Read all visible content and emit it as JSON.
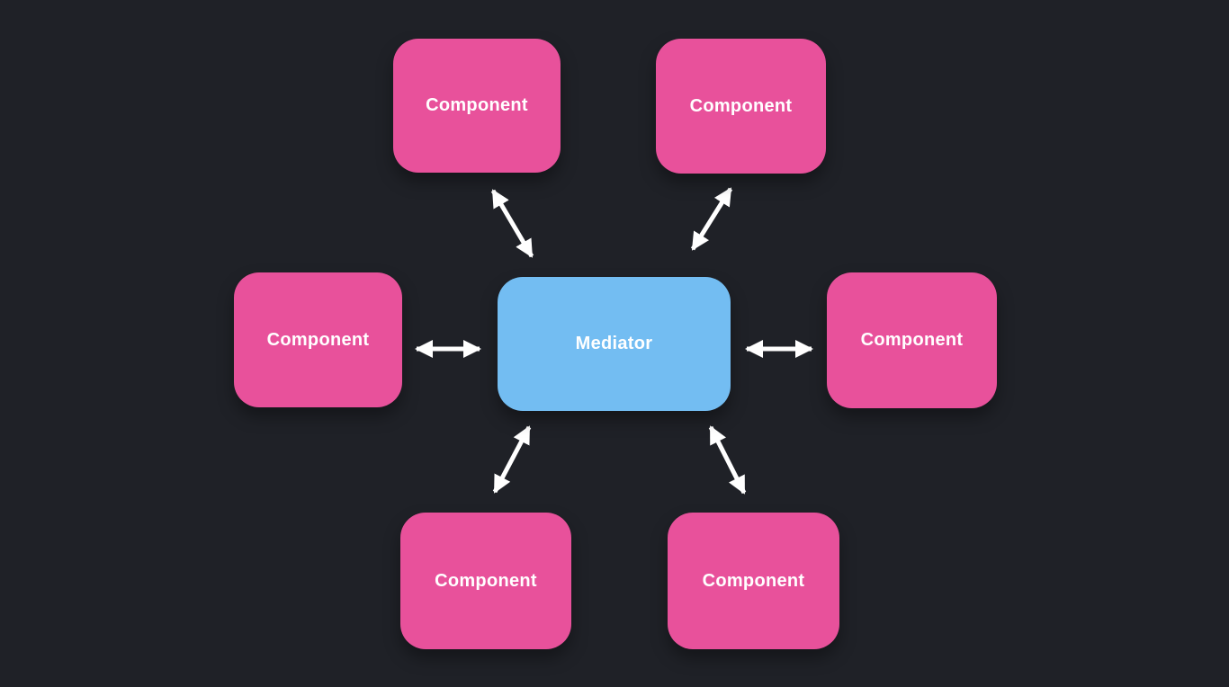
{
  "diagram": {
    "mediator": {
      "label": "Mediator"
    },
    "components": [
      {
        "label": "Component",
        "position": "top-left"
      },
      {
        "label": "Component",
        "position": "top-right"
      },
      {
        "label": "Component",
        "position": "middle-left"
      },
      {
        "label": "Component",
        "position": "middle-right"
      },
      {
        "label": "Component",
        "position": "bottom-left"
      },
      {
        "label": "Component",
        "position": "bottom-right"
      }
    ],
    "connections": [
      {
        "from": "Mediator",
        "to": "Component (top-left)",
        "direction": "bidirectional"
      },
      {
        "from": "Mediator",
        "to": "Component (top-right)",
        "direction": "bidirectional"
      },
      {
        "from": "Mediator",
        "to": "Component (middle-left)",
        "direction": "bidirectional"
      },
      {
        "from": "Mediator",
        "to": "Component (middle-right)",
        "direction": "bidirectional"
      },
      {
        "from": "Mediator",
        "to": "Component (bottom-left)",
        "direction": "bidirectional"
      },
      {
        "from": "Mediator",
        "to": "Component (bottom-right)",
        "direction": "bidirectional"
      }
    ],
    "colors": {
      "background": "#1f2127",
      "component": "#e8519b",
      "mediator": "#73bdf2",
      "text": "#ffffff",
      "arrow": "#ffffff"
    }
  }
}
